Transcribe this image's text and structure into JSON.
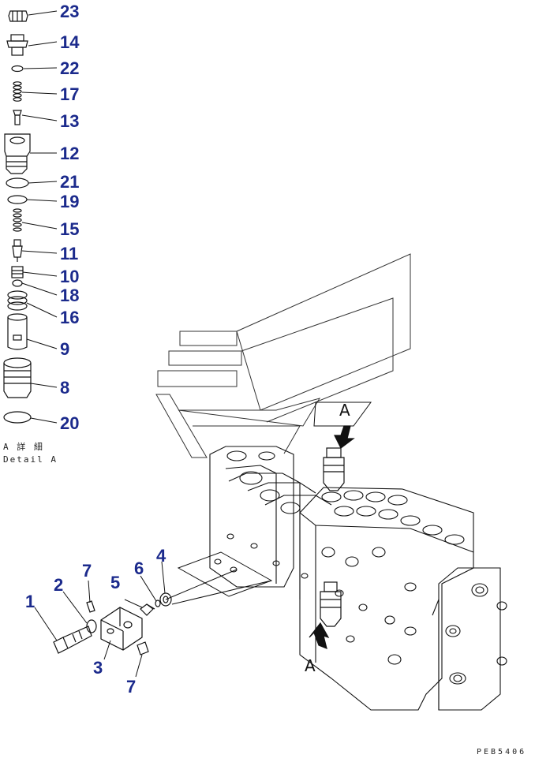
{
  "detail": {
    "parts": [
      "23",
      "14",
      "22",
      "17",
      "13",
      "12",
      "21",
      "19",
      "15",
      "11",
      "10",
      "18",
      "16",
      "9",
      "8",
      "20"
    ],
    "caption_jp": "A 詳 細",
    "caption_en": "Detail A"
  },
  "assembly": {
    "parts": [
      "1",
      "2",
      "7",
      "3",
      "7",
      "5",
      "6",
      "4"
    ],
    "view_marker_top": "A",
    "view_marker_bottom": "A"
  },
  "drawing_code": "PEB5406",
  "colors": {
    "callout": "#1b2a8c",
    "line": "#111111"
  }
}
